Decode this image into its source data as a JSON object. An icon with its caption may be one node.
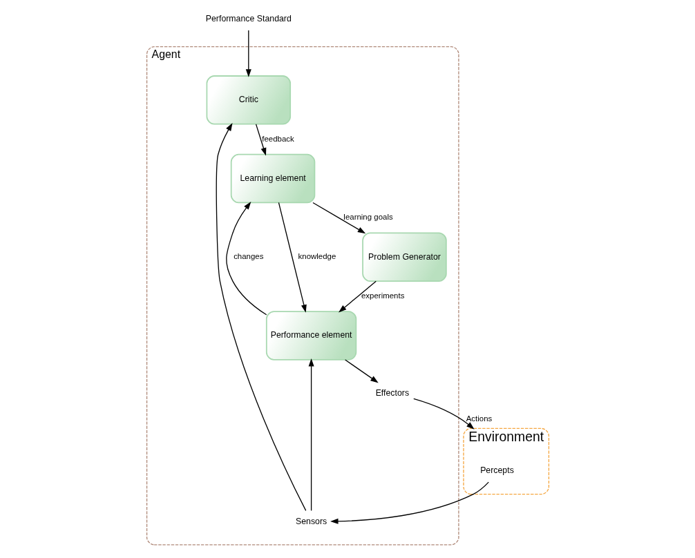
{
  "diagram": {
    "nodes": [
      {
        "text": [
          "Agent"
        ]
      },
      {
        "text": [
          "Performance Standard"
        ]
      },
      {
        "text": [
          "Critic"
        ],
        "in": 0
      },
      {
        "text": [
          "Sensors"
        ],
        "in": 0
      },
      {
        "text": [
          "Learning element"
        ],
        "in": 0
      },
      {
        "text": [
          "Performance element"
        ],
        "in": 0
      },
      {
        "text": [
          "Problem Generator"
        ],
        "in": 0
      },
      {
        "text": [
          "Effectors"
        ],
        "in": 0
      },
      {
        "text": [
          "Environment"
        ]
      },
      {
        "text": [
          "Percepts"
        ],
        "in": 8
      }
    ],
    "edges": [
      {
        "from": 1,
        "to": 2,
        "arrow": "to"
      },
      {
        "from": 3,
        "to": 2,
        "arrow": "to"
      },
      {
        "from": 9,
        "to": 3,
        "arrow": "to"
      },
      {
        "from": 2,
        "to": 4,
        "arrow": "to",
        "label": "feedback"
      },
      {
        "from": 3,
        "to": 5,
        "arrow": "to"
      },
      {
        "from": 5,
        "to": 4,
        "arrow": "to",
        "label": "changes"
      },
      {
        "from": 4,
        "to": 5,
        "arrow": "to",
        "label": "knowledge"
      },
      {
        "from": 4,
        "to": 6,
        "arrow": "to",
        "label": "learning goals"
      },
      {
        "from": 6,
        "to": 5,
        "arrow": "to",
        "label": "experiments"
      },
      {
        "from": 5,
        "to": 7,
        "arrow": "to"
      },
      {
        "from": 7,
        "to": 8,
        "arrow": "to",
        "label": "Actions"
      }
    ]
  }
}
